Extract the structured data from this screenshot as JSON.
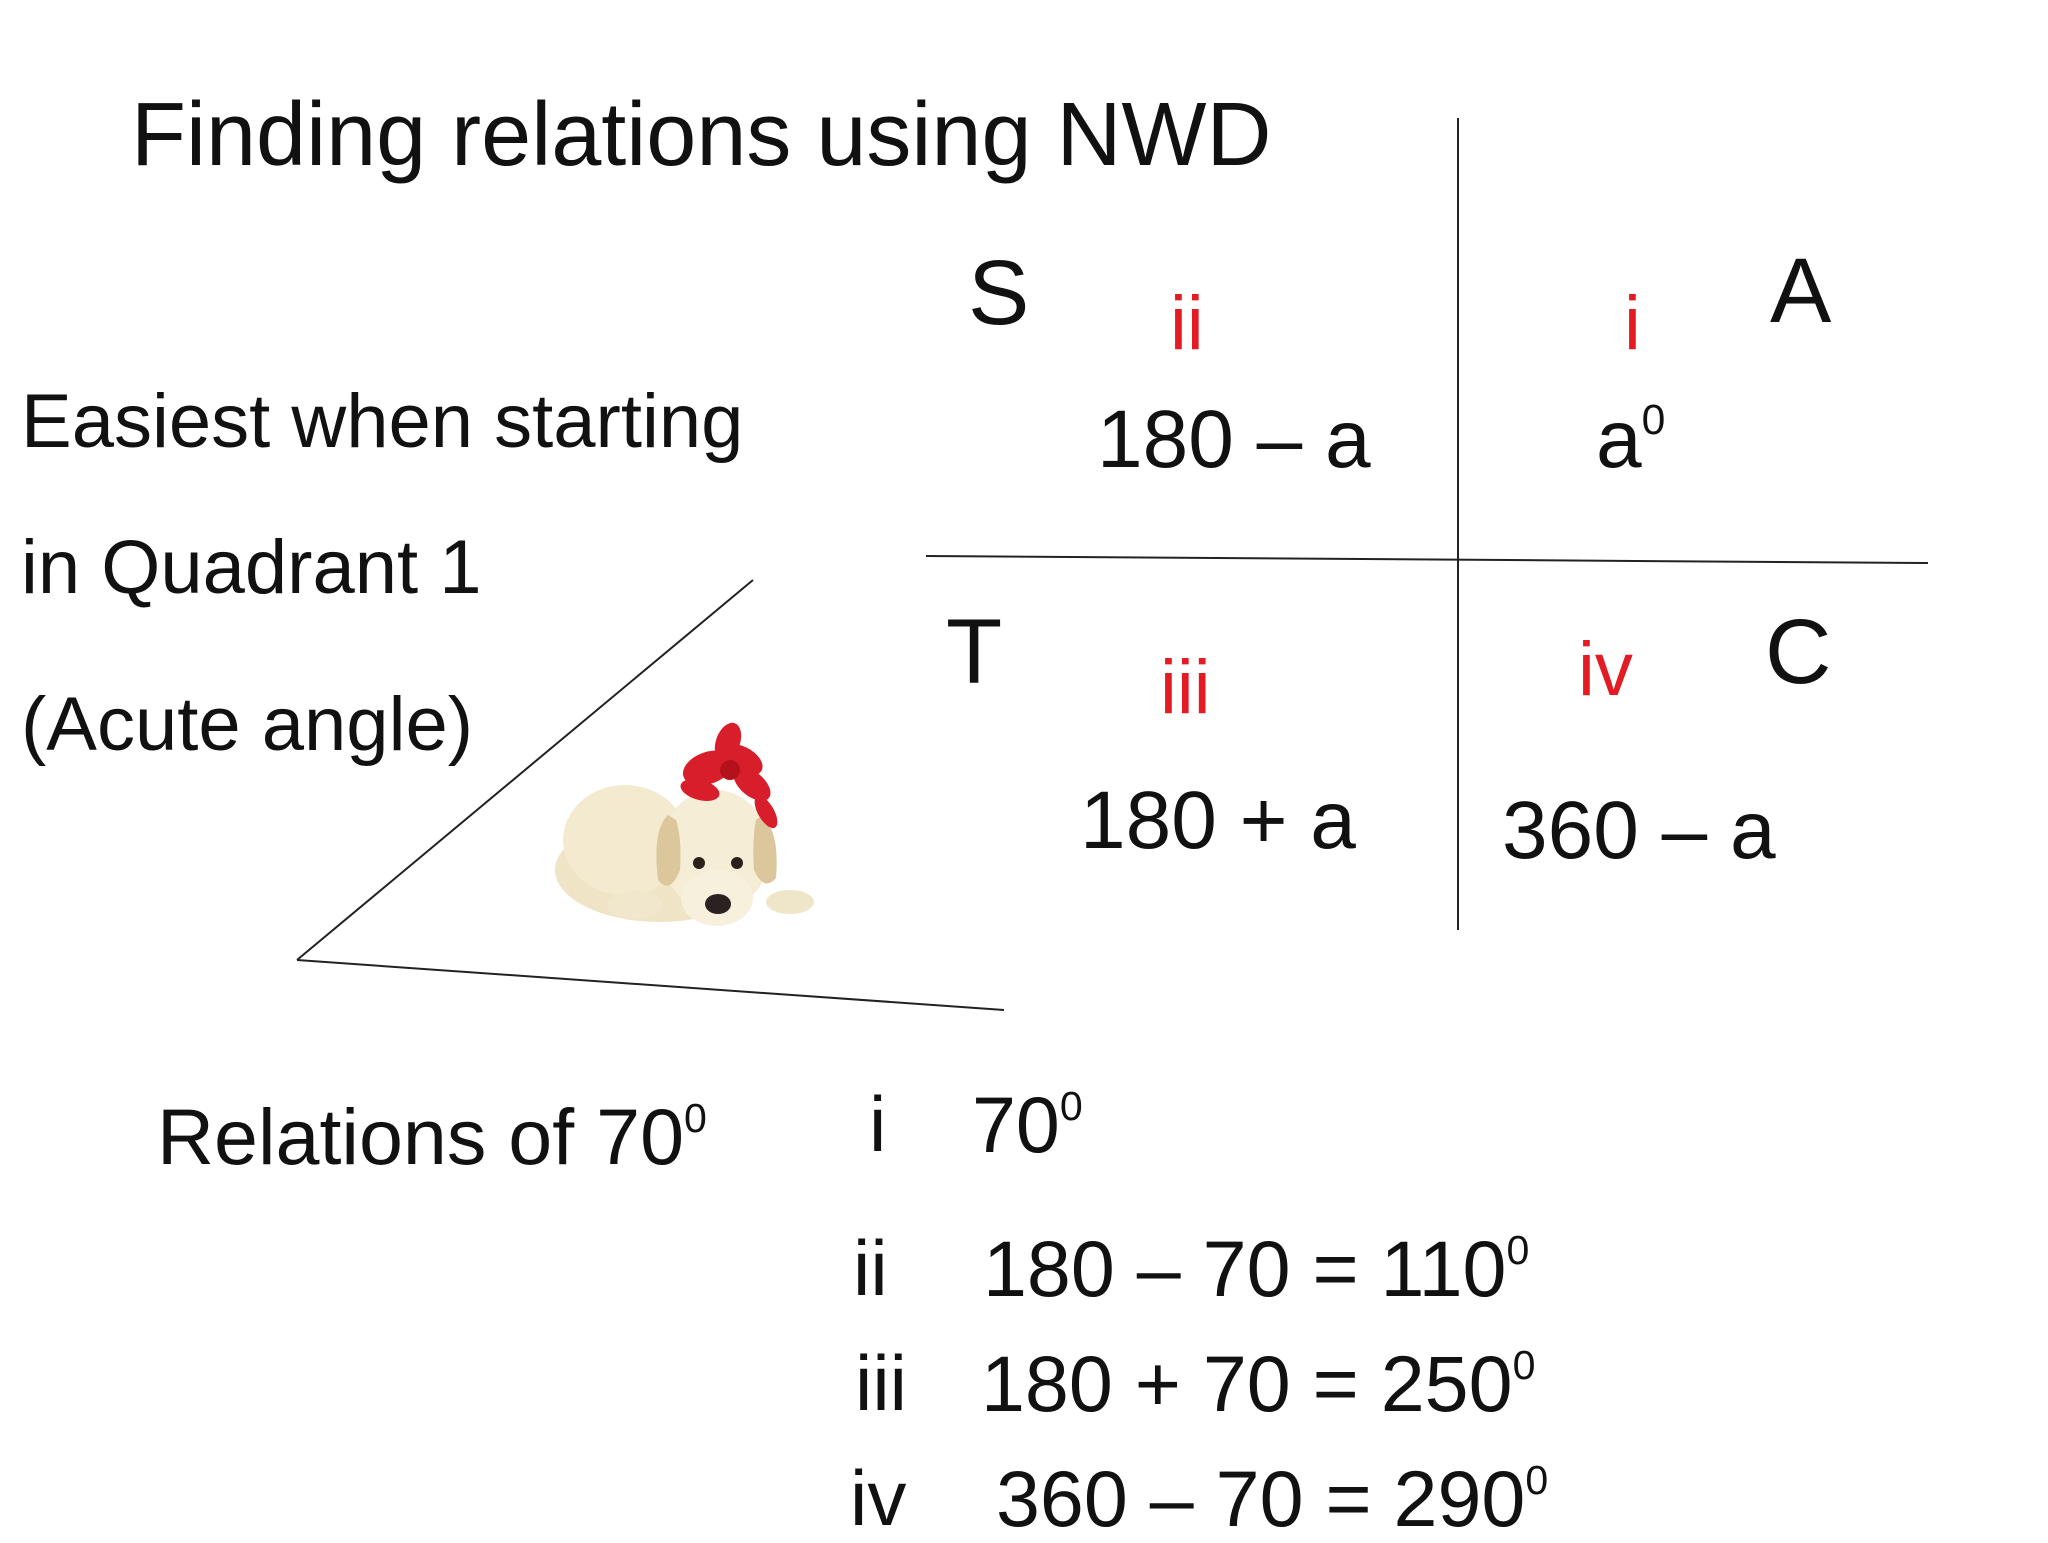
{
  "title": "Finding relations using NWD",
  "intro": {
    "line1": "Easiest when starting",
    "line2": "in Quadrant 1",
    "line3": "(Acute angle)"
  },
  "quadrants": {
    "q1": {
      "letter": "A",
      "roman": "i",
      "expr": "a",
      "expr_sup": "0"
    },
    "q2": {
      "letter": "S",
      "roman": "ii",
      "expr": "180 – a"
    },
    "q3": {
      "letter": "T",
      "roman": "iii",
      "expr": "180 + a"
    },
    "q4": {
      "letter": "C",
      "roman": "iv",
      "expr": "360 – a"
    }
  },
  "relations": {
    "heading": "Relations of 70",
    "heading_sup": "0",
    "rows": [
      {
        "roman": "i",
        "expr": "70",
        "sup": "0"
      },
      {
        "roman": "ii",
        "expr": "180 – 70 =  110",
        "sup": "0"
      },
      {
        "roman": "iii",
        "expr": "180 + 70 = 250",
        "sup": "0"
      },
      {
        "roman": "iv",
        "expr": "360 – 70 = 290",
        "sup": "0"
      }
    ]
  },
  "colors": {
    "roman_numeral": "#e31b23",
    "text": "#111111",
    "background": "#ffffff"
  },
  "image": {
    "subject": "puppy-with-red-bow"
  }
}
